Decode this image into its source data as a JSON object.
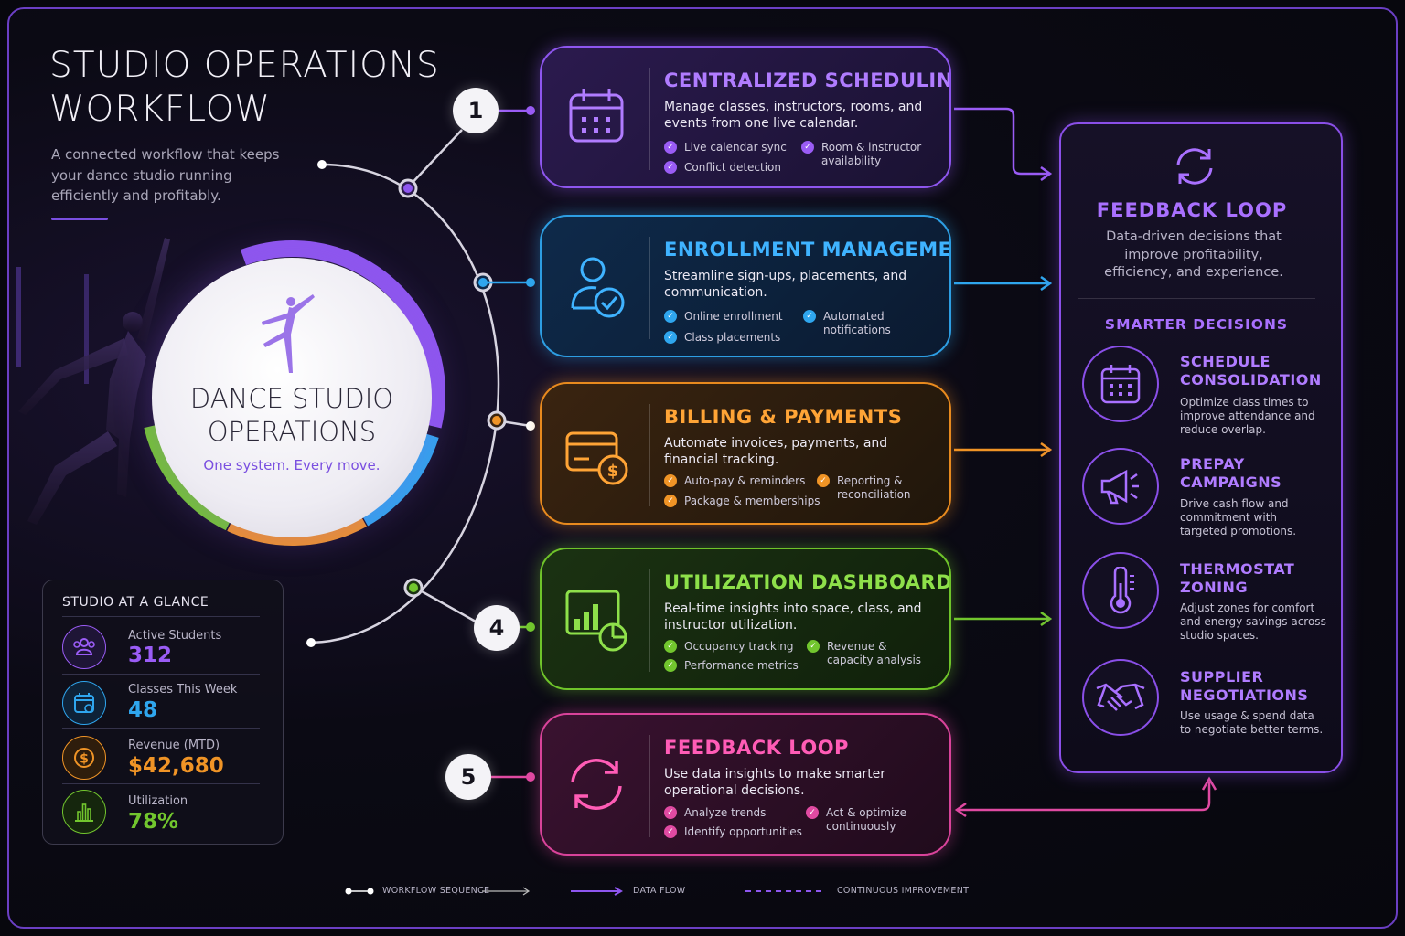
{
  "header": {
    "title": "STUDIO OPERATIONS WORKFLOW",
    "subtitle": "A connected workflow that keeps your dance studio running efficiently and profitably."
  },
  "hub": {
    "title": "DANCE STUDIO OPERATIONS",
    "tagline": "One system. Every move.",
    "icon": "dancer-icon"
  },
  "steps": [
    {
      "number": "1",
      "title": "CENTRALIZED SCHEDULING",
      "description": "Manage classes, instructors, rooms, and events from one live calendar.",
      "bullets": [
        "Live calendar sync",
        "Conflict detection",
        "Room & instructor availability"
      ],
      "icon": "calendar-icon",
      "color": "#9a5cf5"
    },
    {
      "number": "",
      "title": "ENROLLMENT MANAGEMENT",
      "description": "Streamline sign-ups, placements, and communication.",
      "bullets": [
        "Online enrollment",
        "Class placements",
        "Automated notifications"
      ],
      "icon": "user-check-icon",
      "color": "#2fa6ee"
    },
    {
      "number": "",
      "title": "BILLING & PAYMENTS",
      "description": "Automate invoices, payments, and financial tracking.",
      "bullets": [
        "Auto-pay & reminders",
        "Package & memberships",
        "Reporting & reconciliation"
      ],
      "icon": "credit-card-icon",
      "color": "#f09426"
    },
    {
      "number": "4",
      "title": "UTILIZATION DASHBOARD",
      "description": "Real-time insights into space, class, and instructor utilization.",
      "bullets": [
        "Occupancy tracking",
        "Performance metrics",
        "Revenue & capacity analysis"
      ],
      "icon": "dashboard-chart-icon",
      "color": "#72c62e"
    },
    {
      "number": "5",
      "title": "FEEDBACK LOOP",
      "description": "Use data insights to make smarter operational decisions.",
      "bullets": [
        "Analyze trends",
        "Identify opportunities",
        "Act & optimize continuously"
      ],
      "icon": "refresh-icon",
      "color": "#e04aa2"
    }
  ],
  "panel": {
    "icon": "refresh-icon",
    "title": "FEEDBACK LOOP",
    "description": "Data-driven decisions that improve profitability, efficiency, and experience.",
    "subheading": "SMARTER DECISIONS",
    "items": [
      {
        "title": "SCHEDULE CONSOLIDATION",
        "description": "Optimize class times to improve attendance and reduce overlap.",
        "icon": "calendar-icon"
      },
      {
        "title": "PREPAY CAMPAIGNS",
        "description": "Drive cash flow and commitment with targeted promotions.",
        "icon": "megaphone-icon"
      },
      {
        "title": "THERMOSTAT ZONING",
        "description": "Adjust zones for comfort and energy savings across studio spaces.",
        "icon": "thermometer-icon"
      },
      {
        "title": "SUPPLIER NEGOTIATIONS",
        "description": "Use usage & spend data to negotiate better terms.",
        "icon": "handshake-icon"
      }
    ]
  },
  "glance": {
    "title": "STUDIO AT A GLANCE",
    "stats": [
      {
        "label": "Active Students",
        "value": "312",
        "icon": "users-icon",
        "color": "#9a5cf5"
      },
      {
        "label": "Classes This Week",
        "value": "48",
        "icon": "calendar-icon",
        "color": "#2fa6ee"
      },
      {
        "label": "Revenue (MTD)",
        "value": "$42,680",
        "icon": "dollar-icon",
        "color": "#f09426"
      },
      {
        "label": "Utilization",
        "value": "78%",
        "icon": "bar-chart-icon",
        "color": "#72c62e"
      }
    ]
  },
  "legend": {
    "workflow": "WORKFLOW SEQUENCE",
    "data_flow": "DATA FLOW",
    "continuous": "CONTINUOUS IMPROVEMENT"
  }
}
